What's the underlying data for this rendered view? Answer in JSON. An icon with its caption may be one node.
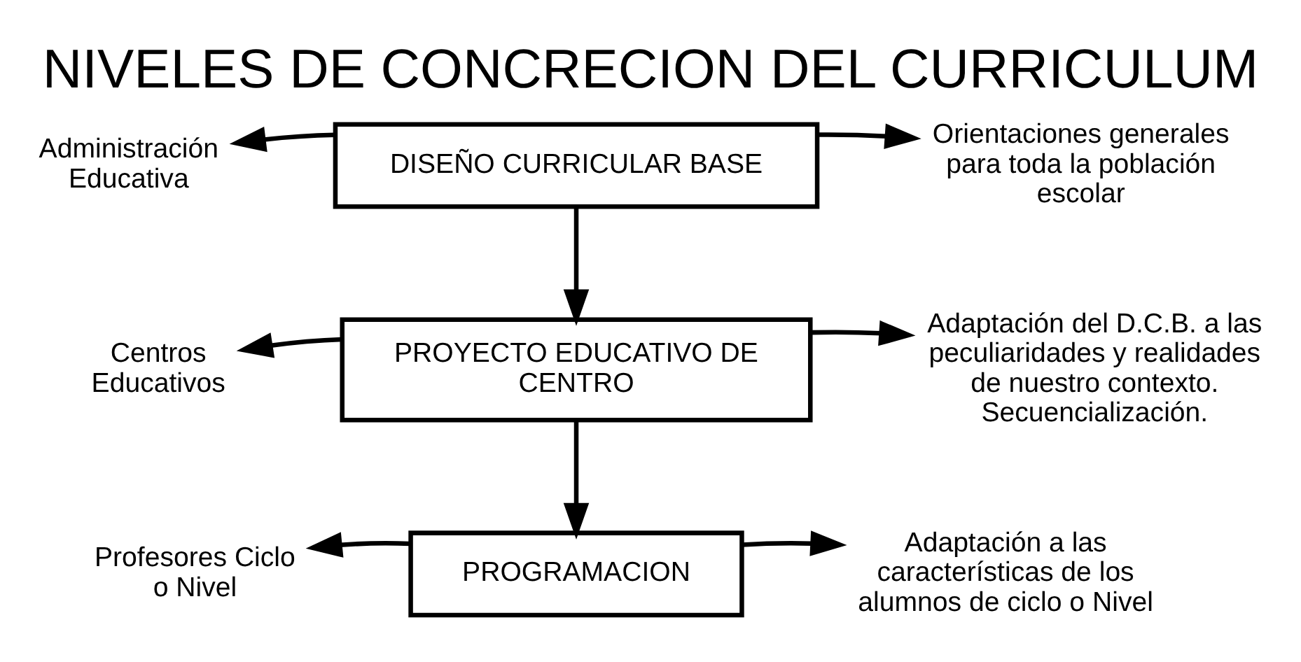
{
  "diagram": {
    "title": "NIVELES DE CONCRECION DEL CURRICULUM",
    "nodes": [
      {
        "text": [
          "Administración Educativa"
        ]
      },
      {
        "text": [
          "DISEÑO CURRICULAR BASE"
        ]
      },
      {
        "text": [
          "Orientaciones generales para toda la población escolar"
        ]
      },
      {
        "text": [
          "Centros Educativos"
        ]
      },
      {
        "text": [
          "PROYECTO EDUCATIVO DE CENTRO"
        ]
      },
      {
        "text": [
          "Adaptación del D.C.B. a las peculiaridades y realidades de nuestro contexto. Secuencialización."
        ]
      },
      {
        "text": [
          "Profesores Ciclo o Nivel"
        ]
      },
      {
        "text": [
          "PROGRAMACION"
        ]
      },
      {
        "text": [
          "Adaptación a las características de los alumnos de ciclo o Nivel"
        ]
      }
    ],
    "edges": [
      {
        "from": 1,
        "to": 0,
        "arrow": "to"
      },
      {
        "from": 1,
        "to": 2,
        "arrow": "to"
      },
      {
        "from": 1,
        "to": 4,
        "arrow": "to"
      },
      {
        "from": 4,
        "to": 3,
        "arrow": "to"
      },
      {
        "from": 4,
        "to": 5,
        "arrow": "to"
      },
      {
        "from": 4,
        "to": 7,
        "arrow": "to"
      },
      {
        "from": 7,
        "to": 6,
        "arrow": "to"
      },
      {
        "from": 7,
        "to": 8,
        "arrow": "to"
      }
    ]
  }
}
